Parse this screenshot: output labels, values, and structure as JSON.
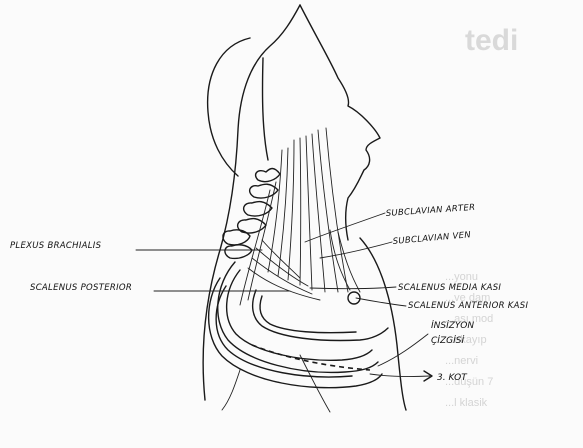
{
  "background_page": {
    "heading_fragment": "tedi",
    "text_lines": [
      "...yonu",
      "...ve dam",
      "...ası mod",
      "...ekayıp",
      "...nervi",
      "...düşün 7",
      "...l klasik"
    ]
  },
  "labels": {
    "subclavian_arter": "SUBCLAVIAN ARTER",
    "subclavian_ven": "SUBCLAVIAN VEN",
    "plexus_brachialis": "PLEXUS BRACHIALIS",
    "scalenus_posterior": "SCALENUS POSTERIOR",
    "scalenus_media": "SCALENUS MEDIA KASI",
    "scalenus_anterior": "SCALENUS ANTERIOR KASI",
    "insizyon_line1": "İNSİZYON",
    "insizyon_line2": "ÇİZGİSİ",
    "kot3": "3. KOT"
  }
}
